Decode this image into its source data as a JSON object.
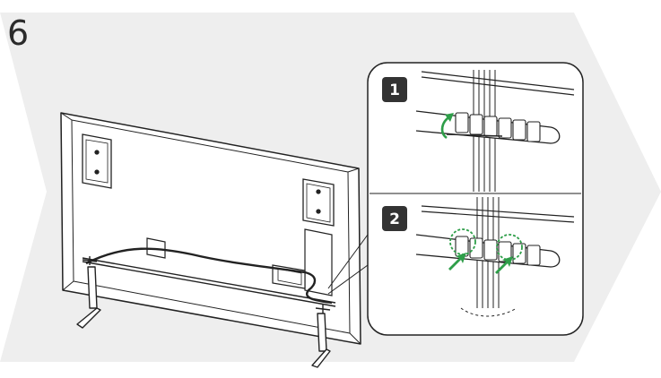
{
  "step": {
    "number": "6"
  },
  "detail": {
    "badges": [
      {
        "label": "1"
      },
      {
        "label": "2"
      }
    ]
  },
  "colors": {
    "band": "#eeeeee",
    "line": "#222222",
    "accent_green": "#2e9e49",
    "badge_fill": "#333333"
  }
}
